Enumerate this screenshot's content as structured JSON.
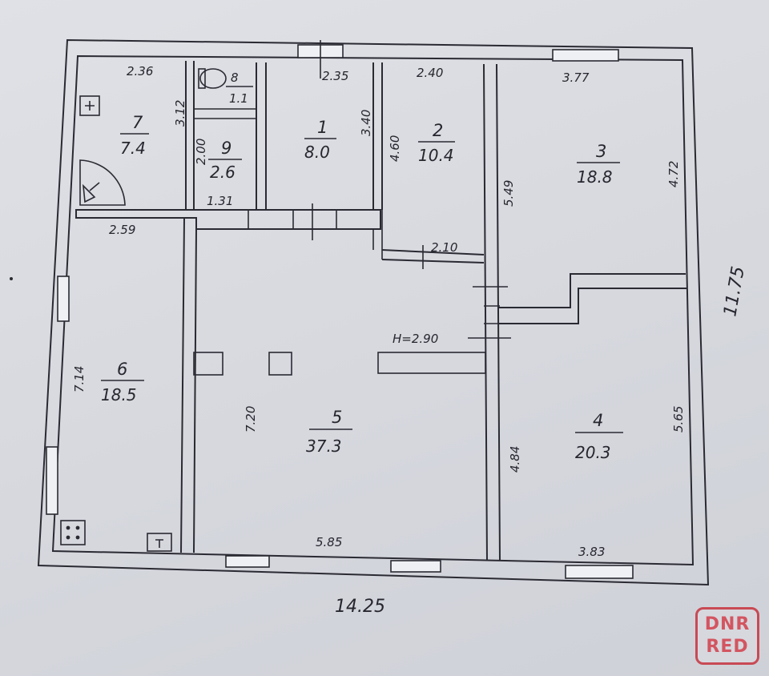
{
  "plan": {
    "rooms": [
      {
        "id": "7",
        "number": "7",
        "area": "7.4"
      },
      {
        "id": "8",
        "number": "8",
        "area": "1.1"
      },
      {
        "id": "9",
        "number": "9",
        "area": "2.6"
      },
      {
        "id": "1",
        "number": "1",
        "area": "8.0"
      },
      {
        "id": "2",
        "number": "2",
        "area": "10.4"
      },
      {
        "id": "3",
        "number": "3",
        "area": "18.8"
      },
      {
        "id": "6",
        "number": "6",
        "area": "18.5"
      },
      {
        "id": "5",
        "number": "5",
        "area": "37.3"
      },
      {
        "id": "4",
        "number": "4",
        "area": "20.3"
      }
    ],
    "dimensions": {
      "d_236": "2.36",
      "d_312": "3.12",
      "d_200": "2.00",
      "d_131": "1.31",
      "d_235": "2.35",
      "d_340": "3.40",
      "d_240": "2.40",
      "d_460": "4.60",
      "d_377": "3.77",
      "d_549": "5.49",
      "d_472": "4.72",
      "d_259": "2.59",
      "d_210": "2.10",
      "d_714": "7.14",
      "d_720": "7.20",
      "d_484": "4.84",
      "d_565": "5.65",
      "d_585": "5.85",
      "d_383": "3.83"
    },
    "total_width": "14.25",
    "total_height": "11.75",
    "ceiling_height": "H=2.90"
  },
  "watermark": {
    "line1": "DNR",
    "line2": "RED",
    "color": "#d35560"
  }
}
